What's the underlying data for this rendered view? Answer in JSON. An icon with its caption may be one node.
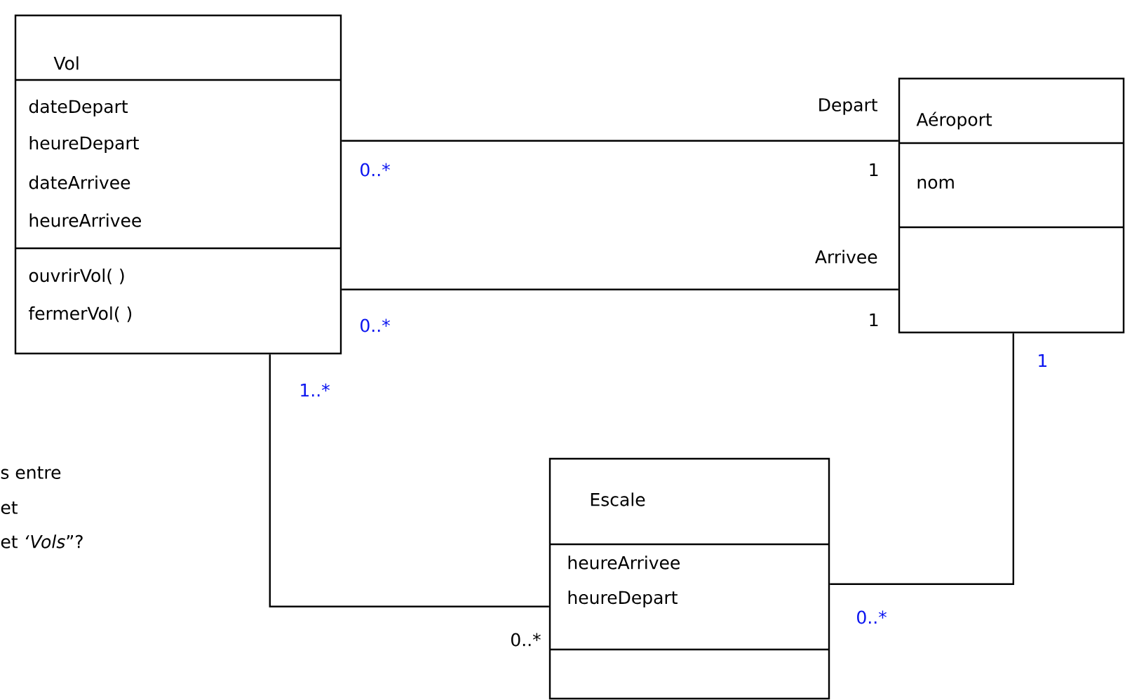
{
  "diagram": {
    "nodes": [
      {
        "text": [
          "Vol",
          "dateDepart",
          "heureDepart",
          "dateArrivee",
          "heureArrivee",
          "ouvrirVol( )",
          "fermerVol( )"
        ]
      },
      {
        "text": [
          "Aéroport",
          "nom"
        ]
      },
      {
        "text": [
          "Escale",
          "heureArrivee",
          "heureDepart"
        ]
      }
    ],
    "edges": [
      {
        "from": 0,
        "to": 1,
        "arrow": "none",
        "label": "Depart"
      },
      {
        "from": 0,
        "to": 1,
        "arrow": "none",
        "label": "Arrivee"
      },
      {
        "from": 0,
        "to": 2,
        "arrow": "none"
      },
      {
        "from": 1,
        "to": 2,
        "arrow": "none"
      }
    ],
    "labels": [
      "0..*",
      "1",
      "0..*",
      "1",
      "1..*",
      "1",
      "s entre",
      "et",
      "et *‘Vols*”?",
      "0..*",
      "0..*"
    ]
  }
}
